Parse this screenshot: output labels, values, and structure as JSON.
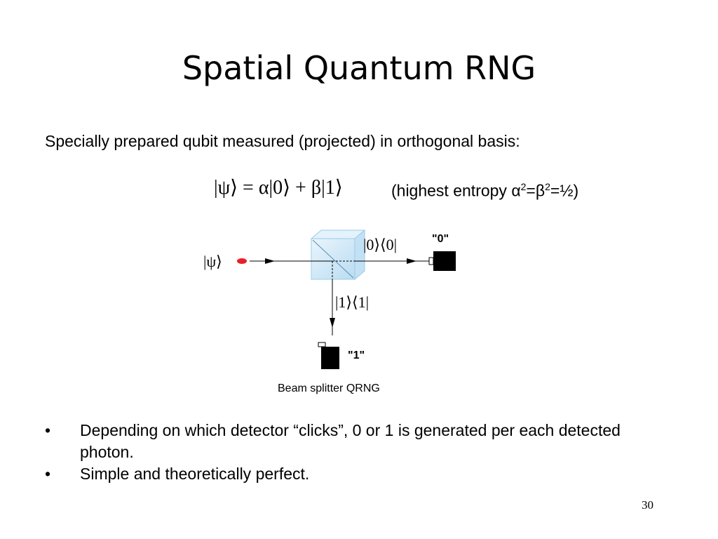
{
  "slide": {
    "title": "Spatial Quantum RNG",
    "intro": "Specially prepared qubit measured (projected) in orthogonal basis:",
    "equation": "|ψ⟩ = α|0⟩ + β|1⟩",
    "note": {
      "prefix": "(highest entropy α",
      "sup1": "2",
      "mid": "=β",
      "sup2": "2",
      "suffix": "=½)"
    },
    "diagram": {
      "input_state": "|ψ⟩",
      "projector_0": "|0⟩⟨0|",
      "projector_1": "|1⟩⟨1|",
      "detector_0_label": "\"0\"",
      "detector_1_label": "\"1\""
    },
    "caption": "Beam splitter QRNG",
    "bullets": [
      "Depending on which detector “clicks”, 0 or 1 is generated per each detected photon.",
      "Simple and theoretically perfect."
    ],
    "page_number": "30"
  },
  "colors": {
    "photon": "#e8202a",
    "splitter_face": "#cfe8f7",
    "splitter_edge": "#8fc3e6",
    "detector": "#000000"
  }
}
